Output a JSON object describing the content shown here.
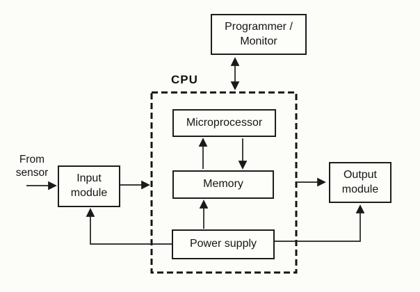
{
  "figure": {
    "background_color": "#fcfcf9",
    "line_color": "#1f1f1f",
    "type": "block-diagram"
  },
  "labels": {
    "cpu_group": "CPU",
    "from_sensor": "From\nsensor"
  },
  "nodes": {
    "programmer_monitor": "Programmer /\nMonitor",
    "microprocessor": "Microprocessor",
    "memory": "Memory",
    "power_supply": "Power supply",
    "input_module": "Input\nmodule",
    "output_module": "Output\nmodule"
  },
  "connections": [
    {
      "from": "sensor",
      "to": "input_module",
      "direction": "one-way"
    },
    {
      "from": "input_module",
      "to": "cpu",
      "direction": "one-way"
    },
    {
      "from": "cpu",
      "to": "output_module",
      "direction": "one-way"
    },
    {
      "from": "programmer_monitor",
      "to": "cpu",
      "direction": "two-way"
    },
    {
      "from": "memory",
      "to": "microprocessor",
      "direction": "one-way"
    },
    {
      "from": "microprocessor",
      "to": "memory",
      "direction": "one-way"
    },
    {
      "from": "power_supply",
      "to": "memory",
      "direction": "one-way"
    },
    {
      "from": "power_supply",
      "to": "input_module",
      "direction": "one-way"
    },
    {
      "from": "power_supply",
      "to": "output_module",
      "direction": "one-way"
    }
  ]
}
